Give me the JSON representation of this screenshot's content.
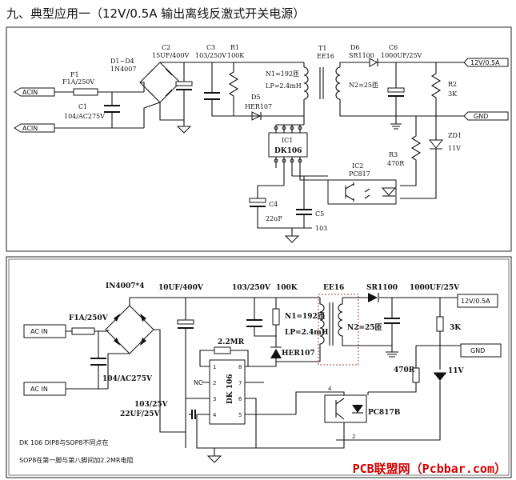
{
  "title": "九、典型应用一（12V/0.5A 输出离线反激式开关电源）",
  "top": {
    "acin1": "ACIN",
    "acin2": "ACIN",
    "f1_ref": "F1",
    "f1_val": "F1A/250V",
    "c1_ref": "C1",
    "c1_val": "104/AC275V",
    "d_ref": "D1~D4",
    "d_val": "1N4007",
    "c2_ref": "C2",
    "c2_val": "15UF/400V",
    "c3_ref": "C3",
    "c3_val": "103/250V",
    "r1_ref": "R1",
    "r1_val": "100K",
    "d5_ref": "D5",
    "d5_val": "HER107",
    "t1_ref": "T1",
    "t1_val": "EE16",
    "n1": "N1=192匝",
    "lp": "LP=2.4mH",
    "n2": "N2=25匝",
    "d6_ref": "D6",
    "d6_val": "SR1100",
    "c6_ref": "C6",
    "c6_val": "1000UF/25V",
    "out": "12V/0.5A",
    "gnd": "GND",
    "r2_ref": "R2",
    "r2_val": "3K",
    "zd1_ref": "ZD1",
    "zd1_val": "11V",
    "r3_ref": "R3",
    "r3_val": "470R",
    "ic1_ref": "IC1",
    "ic1_val": "DK106",
    "ic2_ref": "IC2",
    "ic2_val": "PC817",
    "c4_ref": "C4",
    "c4_val": "22uF",
    "c5_ref": "C5",
    "c5_val": "103"
  },
  "bottom": {
    "acin1": "AC IN",
    "acin2": "AC IN",
    "f1": "F1A/250V",
    "bridge": "IN4007*4",
    "c_bulk": "10UF/400V",
    "c_snub": "103/250V",
    "r_snub": "100K",
    "ee16": "EE16",
    "n1": "N1=192匝",
    "lp": "LP=2.4mH",
    "n2": "N2=25匝",
    "sr": "SR1100",
    "cout": "1000UF/25V",
    "out": "12V/0.5A",
    "gnd": "GND",
    "r3k": "3K",
    "r470": "470R",
    "zd": "11V",
    "her": "HER107",
    "c_x": "104/AC275V",
    "r22": "2.2MR",
    "ic": "DK 106",
    "nc": "NC",
    "pins": [
      "1",
      "2",
      "3",
      "4",
      "8",
      "7",
      "6",
      "5"
    ],
    "c103": "103/25V",
    "c22": "22UF/25V",
    "opto": "PC817B",
    "opto_p4": "4",
    "opto_p2": "2",
    "note1": "DK 106  DIP8与SOP8不同点在",
    "note2": "SOP8在第一脚与第八脚间加2.2MR电阻"
  },
  "brand": "PCB联盟网（Pcbbar.com）"
}
